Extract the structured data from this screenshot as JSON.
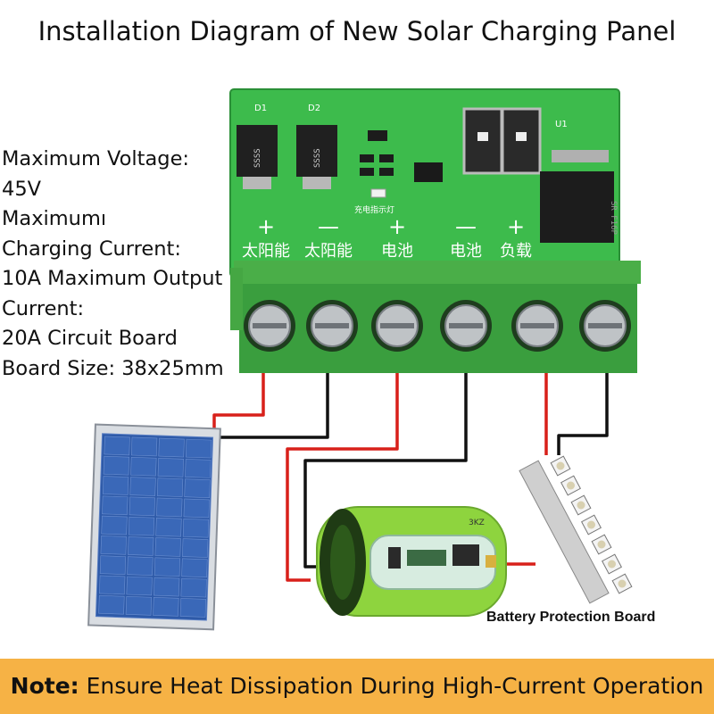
{
  "title": "Installation Diagram of New Solar Charging Panel",
  "specs": [
    "Maximum Voltage:",
    "45V",
    "Maximumı",
    "Charging Current:",
    "10A Maximum Output",
    "Current:",
    "20A Circuit Board",
    "Board Size: 38x25mm"
  ],
  "board": {
    "diode_labels": [
      "D1",
      "D2"
    ],
    "chip_label": "U1",
    "diode_marking": "SSSS",
    "indicator_label": "充电指示灯",
    "regulator_marking": "SR F16P",
    "polarity_signs": [
      "+",
      "—",
      "+",
      "—",
      "+"
    ],
    "terminal_labels": [
      "太阳能",
      "太阳能",
      "电池",
      "电池",
      "负载"
    ],
    "battery_marking": "3KZ"
  },
  "battery_protection_label": "Battery Protection Board",
  "note": {
    "prefix": "Note:",
    "text": "Ensure Heat Dissipation During High-Current Operation"
  },
  "colors": {
    "pcb_green": "#3dbb4c",
    "terminal_green": "#3a9e3e",
    "battery_green": "#8ed43e",
    "wire_red": "#d8201a",
    "wire_black": "#111111",
    "note_bar": "#f6b245",
    "solar_cell": "#2e5aa8"
  }
}
